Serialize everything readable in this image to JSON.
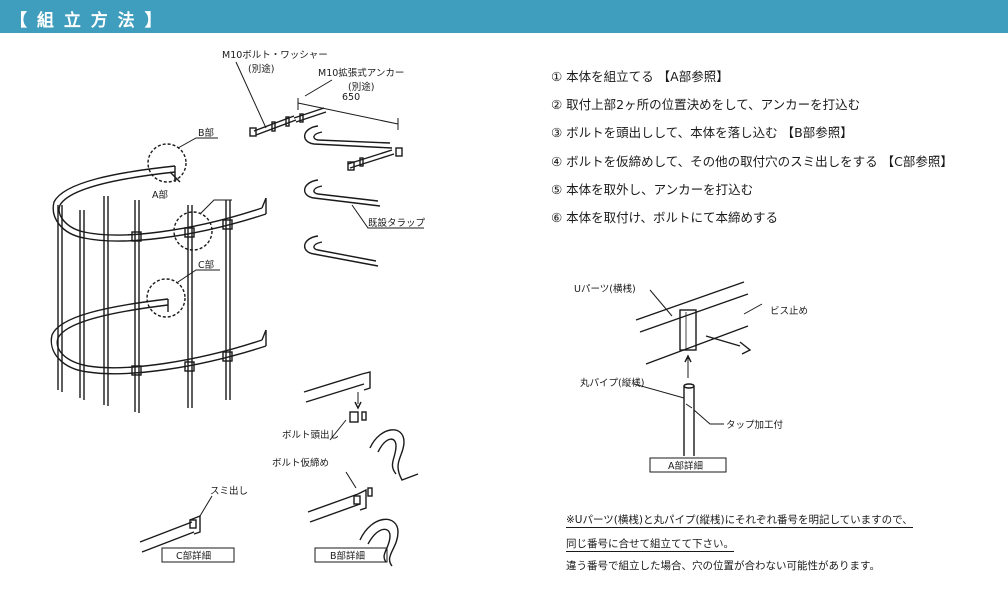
{
  "header": {
    "title": "【 組 立 方 法 】",
    "color": "#3f9dbd"
  },
  "labels": {
    "bolt_washer": "M10ボルト・ワッシャー",
    "bolt_washer_sub": "(別途)",
    "anchor": "M10拡張式アンカー",
    "anchor_sub": "(別途)",
    "dim_650": "650",
    "part_b": "B部",
    "part_a": "A部",
    "part_c": "C部",
    "trap": "既設タラップ",
    "bolt_head_out": "ボルト頭出し",
    "bolt_temp_tight": "ボルト仮締め",
    "sumi_dashi": "スミ出し",
    "c_detail": "C部詳細",
    "b_detail": "B部詳細",
    "u_parts": "Uパーツ(横桟)",
    "screw_stop": "ビス止め",
    "round_pipe": "丸パイプ(縦桟)",
    "tap": "タップ加工付",
    "a_detail": "A部詳細"
  },
  "steps": [
    "① 本体を組立てる 【A部参照】",
    "② 取付上部2ヶ所の位置決めをして、アンカーを打込む",
    "③ ボルトを頭出しして、本体を落し込む 【B部参照】",
    "④ ボルトを仮締めして、その他の取付穴のスミ出しをする 【C部参照】",
    "⑤ 本体を取外し、アンカーを打込む",
    "⑥ 本体を取付け、ボルトにて本締めする"
  ],
  "notes": [
    "※Uパーツ(横桟)と丸パイプ(縦桟)にそれぞれ番号を明記していますので、",
    "同じ番号に合せて組立てて下さい。",
    "違う番号で組立した場合、穴の位置が合わない可能性があります。"
  ]
}
